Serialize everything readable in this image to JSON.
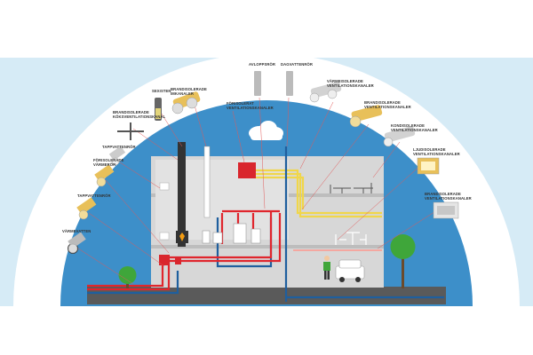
{
  "labels": {
    "vardvatten": "VÄRMEVATTEN",
    "tappvatten": "TAPPVATTENRÖR",
    "forisolerade_varmeror": "FÖRISOLERADE VÄRMERÖR",
    "tappvattenror": "TAPPVATTENRÖR",
    "brandisolerade_kokkanal": "BRANDISOLERADE KÖKSVENTILATIONSKANAL",
    "sexisten": "SEXISTEN",
    "brandisolerade_imkanal": "BRANDISOLERADE IMKANALER",
    "forisolerad_kanal": "FÖRISOLERAT VENTILATIONSKANALER",
    "avloppsror": "AVLOPPSRÖR",
    "dagvattenror": "DAGVATTENRÖR",
    "varmeisolerade_kanal": "VÄRMEISOLERADE VENTILATIONSKANALER",
    "brandisolerade_kanal2": "BRANDISOLERADE VENTILATIONSKANALER",
    "kondisolerade": "KONDISOLERADE VENTILATIONSKANALER",
    "ljudisolerade": "LJUDISOLERADE VENTILATIONSKANALER",
    "brandisolerade_kanal3": "BRANDISOLERADE VENTILATIONSKANALER"
  },
  "colors": {
    "sky": "#3d8fc9",
    "outer_ring": "#d6ebf6",
    "building": "#d9d9d9",
    "ground": "#5a5a5a",
    "hot_pipe": "#e0262d",
    "cold_pipe": "#1f5f9e",
    "vent": "#f0d64a",
    "tree": "#3fa63a"
  },
  "icons": [
    "cloud-icon",
    "tree-icon",
    "person-icon",
    "car-icon",
    "table-icon",
    "chair-icon",
    "boiler-icon",
    "fireplace-icon"
  ]
}
